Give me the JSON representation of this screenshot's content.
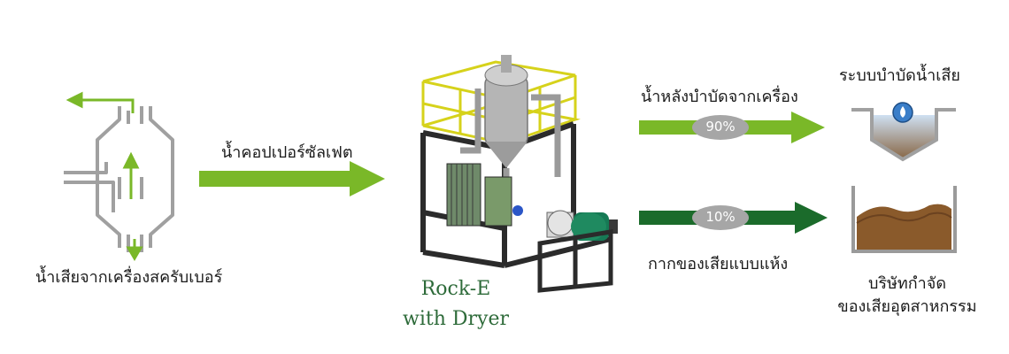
{
  "scrubber": {
    "caption": "น้ำเสียจากเครื่องสครับเบอร์"
  },
  "input_flow": {
    "label": "น้ำคอปเปอร์ซัลเฟต"
  },
  "machine": {
    "name_line1": "Rock-E",
    "name_line2": "with Dryer"
  },
  "output_water": {
    "label": "น้ำหลังบำบัดจากเครื่อง",
    "percent": "90%"
  },
  "output_sludge": {
    "label": "กากของเสียแบบแห้ง",
    "percent": "10%"
  },
  "wastewater_system": {
    "label": "ระบบบำบัดน้ำเสีย"
  },
  "disposal_company": {
    "line1": "บริษัทกำจัด",
    "line2": "ของเสียอุตสาหกรรม"
  },
  "colors": {
    "light_green": "#7ab828",
    "dark_green": "#1b6b2b",
    "gray": "#9a9a9a",
    "sludge": "#8a5a2b"
  }
}
